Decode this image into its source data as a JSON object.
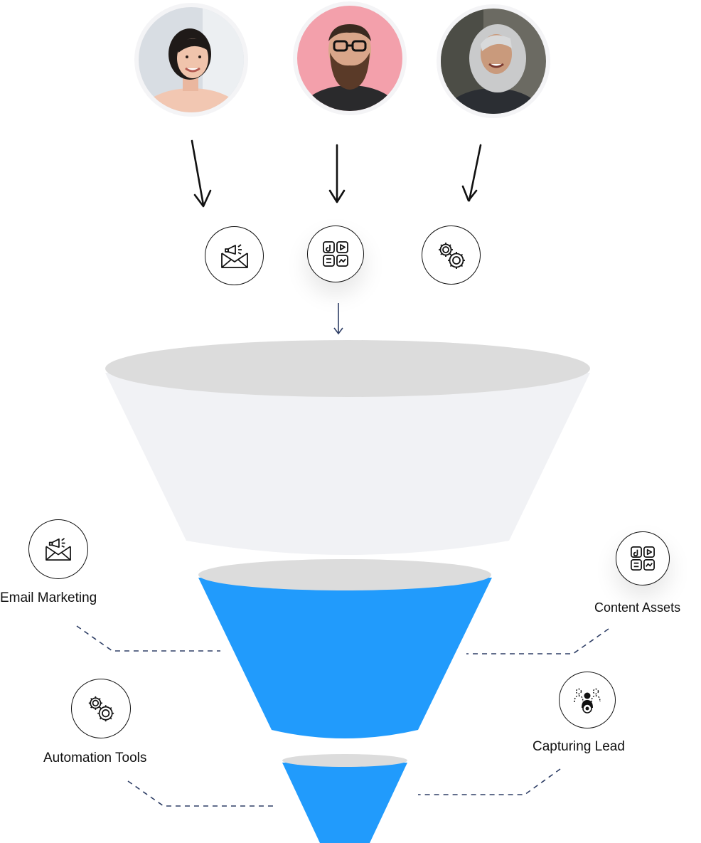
{
  "people": [
    {
      "name": "person-young-woman",
      "icon": "smiling-woman-portrait"
    },
    {
      "name": "person-bearded-man",
      "icon": "bearded-man-portrait"
    },
    {
      "name": "person-gray-haired-woman",
      "icon": "gray-haired-woman-portrait"
    }
  ],
  "top_icons": [
    "email-marketing-icon",
    "content-assets-icon",
    "automation-tools-icon"
  ],
  "labels": {
    "email_marketing": "Email Marketing",
    "content_assets": "Content Assets",
    "automation_tools": "Automation Tools",
    "capturing_lead": "Capturing Lead"
  },
  "colors": {
    "funnel_top_body": "#f1f2f5",
    "funnel_rim": "#dcdcdc",
    "funnel_blue": "#219bfc",
    "dashed_line": "#2f3f66"
  }
}
